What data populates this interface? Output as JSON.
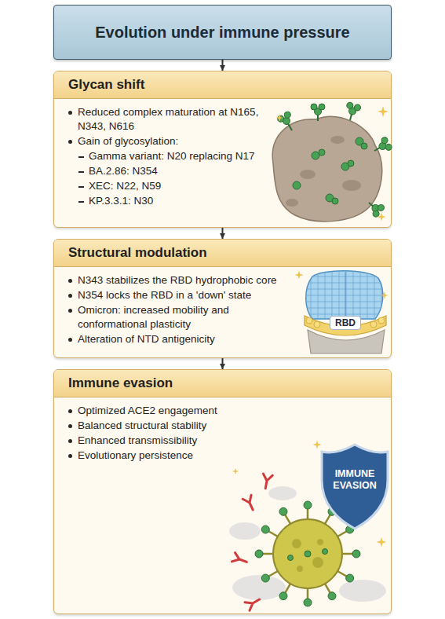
{
  "diagram": {
    "nodes": [
      {
        "text": [
          "Evolution under immune pressure"
        ]
      },
      {
        "text": [
          "Glycan shift",
          "Reduced complex maturation at N165, N343, N616",
          "Gain of glycosylation:",
          "Gamma variant: N20 replacing N17",
          "BA.2.86: N354",
          "XEC: N22, N59",
          "KP.3.3.1: N30"
        ]
      },
      {
        "text": [
          "Structural modulation",
          "N343 stabilizes the RBD hydrophobic core",
          "N354 locks the RBD in a 'down' state",
          "Omicron: increased mobility and conformational plasticity",
          "Alteration of NTD antigenicity"
        ]
      },
      {
        "text": [
          "Immune evasion",
          "Optimized ACE2 engagement",
          "Balanced structural stability",
          "Enhanced transmissibility",
          "Evolutionary persistence"
        ]
      }
    ],
    "edges": [
      {
        "from": 0,
        "to": 1,
        "arrow": "to"
      },
      {
        "from": 1,
        "to": 2,
        "arrow": "to"
      },
      {
        "from": 2,
        "to": 3,
        "arrow": "to"
      }
    ],
    "labels": [
      "RBD",
      "IMMUNE EVASION"
    ]
  }
}
